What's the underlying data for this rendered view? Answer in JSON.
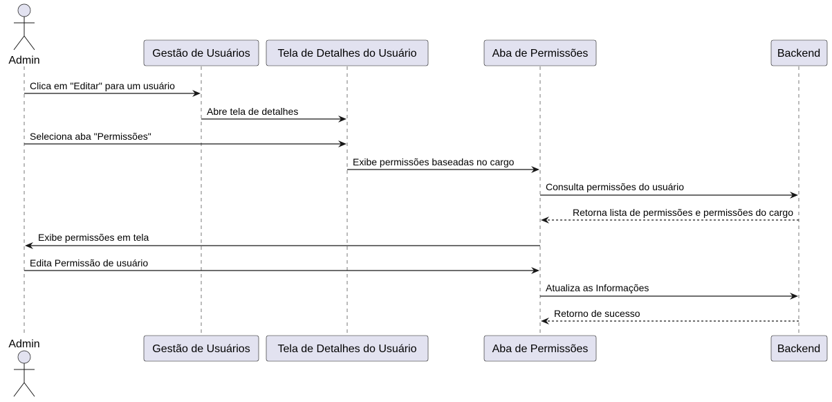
{
  "actors": [
    {
      "id": "admin",
      "label": "Admin"
    }
  ],
  "participants": [
    {
      "id": "gestao",
      "label": "Gestão de Usuários"
    },
    {
      "id": "detalhes",
      "label": "Tela de Detalhes do Usuário"
    },
    {
      "id": "aba",
      "label": "Aba de Permissões"
    },
    {
      "id": "backend",
      "label": "Backend"
    }
  ],
  "messages": [
    {
      "label": "Clica em \"Editar\" para um usuário",
      "from": "admin",
      "to": "gestao",
      "style": "solid"
    },
    {
      "label": "Abre tela de detalhes",
      "from": "gestao",
      "to": "detalhes",
      "style": "solid"
    },
    {
      "label": "Seleciona aba \"Permissões\"",
      "from": "admin",
      "to": "detalhes",
      "style": "solid"
    },
    {
      "label": "Exibe permissões baseadas no cargo",
      "from": "detalhes",
      "to": "aba",
      "style": "solid"
    },
    {
      "label": "Consulta permissões do usuário",
      "from": "aba",
      "to": "backend",
      "style": "solid"
    },
    {
      "label": "Retorna lista de permissões e permissões do cargo",
      "from": "backend",
      "to": "aba",
      "style": "dashed"
    },
    {
      "label": "Exibe permissões em tela",
      "from": "aba",
      "to": "admin",
      "style": "solid"
    },
    {
      "label": "Edita Permissão de usuário",
      "from": "admin",
      "to": "aba",
      "style": "solid"
    },
    {
      "label": "Atualiza as Informações",
      "from": "aba",
      "to": "backend",
      "style": "solid"
    },
    {
      "label": "Retorno de sucesso",
      "from": "backend",
      "to": "aba",
      "style": "dashed"
    }
  ]
}
